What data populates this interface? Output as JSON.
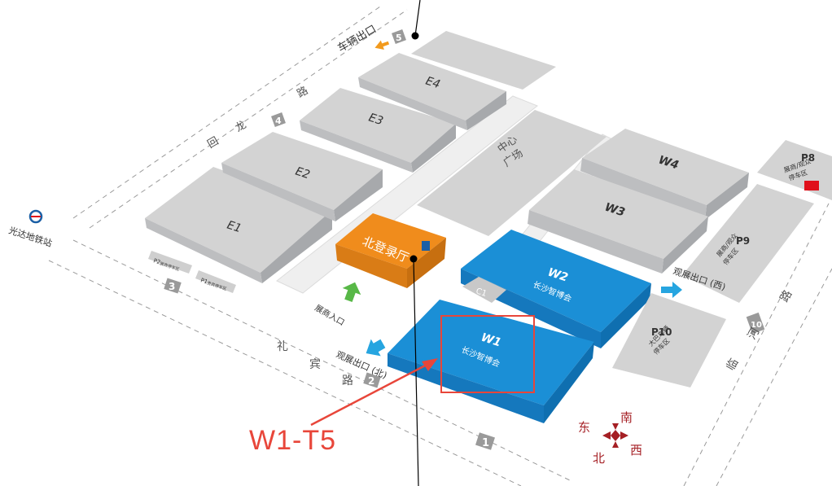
{
  "colors": {
    "hall_gray": "#d3d3d3",
    "hall_gray_side": "#a7a9ac",
    "hall_blue": "#1b8fd6",
    "hall_blue_side": "#0f6fb0",
    "hall_orange": "#f08c1c",
    "hall_orange_side": "#c76f10",
    "highlight_red": "#e8463a",
    "compass_red": "#a51f24",
    "arrow_blue": "#26a5e0",
    "arrow_orange": "#f29a1d",
    "arrow_green": "#58b847"
  },
  "halls": {
    "e1": "E1",
    "e2": "E2",
    "e3": "E3",
    "e4": "E4",
    "w1": "W1",
    "w1_sub": "长沙智博会",
    "w2": "W2",
    "w2_sub": "长沙智博会",
    "w3": "W3",
    "w4": "W4",
    "north_hall": "北登录厅",
    "center_plaza_1": "中心",
    "center_plaza_2": "广场",
    "c1": "C1"
  },
  "parking": {
    "p8": "P8",
    "p8_sub_1": "展商/观众",
    "p8_sub_2": "停车区",
    "p9": "P9",
    "p9_sub_1": "展商/观众",
    "p9_sub_2": "停车区",
    "p10": "P10",
    "p10_sub_1": "大巴车辆",
    "p10_sub_2": "停车区",
    "p1": "P1",
    "p1_sub": "贵宾停车区",
    "p2": "P2",
    "p2_sub": "展商停车区"
  },
  "gates": {
    "g1": "1",
    "g2": "2",
    "g3": "3",
    "g4": "4",
    "g5": "5",
    "g10": "10"
  },
  "labels": {
    "vehicle_exit": "车辆出口",
    "exhibitor_entrance": "展商入口",
    "visitor_exit_north": "观展出口 (北)",
    "visitor_exit_west": "观展出口 (西)",
    "metro": "光达地铁站",
    "road_libin_1": "礼",
    "road_libin_2": "宾",
    "road_libin_3": "路",
    "road_linhe_1": "临",
    "road_linhe_2": "河",
    "road_linhe_3": "路",
    "road_huilong_1": "回",
    "road_huilong_2": "龙",
    "road_huilong_3": "路"
  },
  "compass": {
    "east": "东",
    "south": "南",
    "west": "西",
    "north": "北"
  },
  "callout": {
    "text": "W1-T5"
  }
}
